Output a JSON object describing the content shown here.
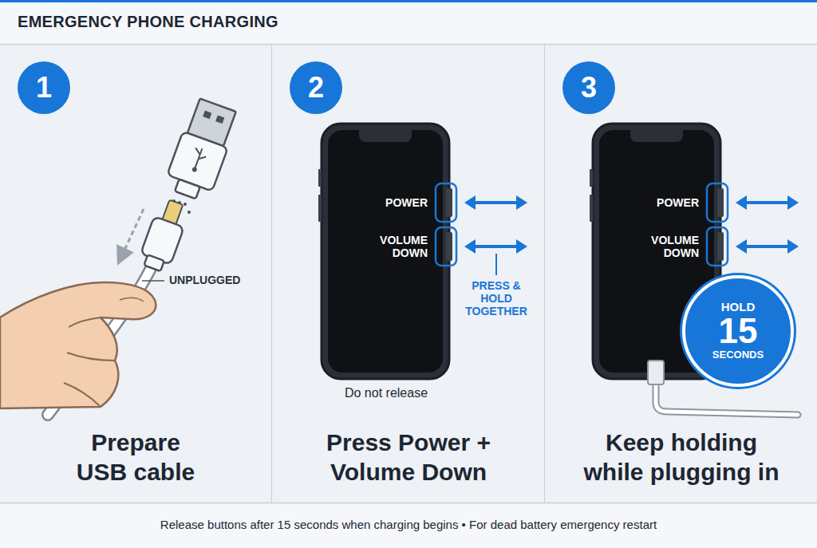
{
  "diagram": {
    "title": "EMERGENCY PHONE CHARGING",
    "caption": "Release buttons after 15 seconds when charging begins • For dead battery emergency restart",
    "nodes": [
      {
        "text": [
          "Prepare USB cable"
        ]
      },
      {
        "text": [
          "1"
        ],
        "in": 0
      },
      {
        "text": [
          "Press Power + Volume Down"
        ]
      },
      {
        "text": [
          "2"
        ],
        "in": 2
      },
      {
        "text": [
          "Keep holding while plugging in"
        ]
      },
      {
        "text": [
          "3"
        ],
        "in": 4
      },
      {
        "text": [
          "HOLD",
          "15",
          "SECONDS"
        ],
        "in": 4
      }
    ],
    "labels": [
      "UNPLUGGED",
      "POWER",
      "VOLUME DOWN",
      "PRESS & HOLD TOGETHER",
      "Do not release",
      "POWER",
      "VOLUME DOWN"
    ]
  }
}
